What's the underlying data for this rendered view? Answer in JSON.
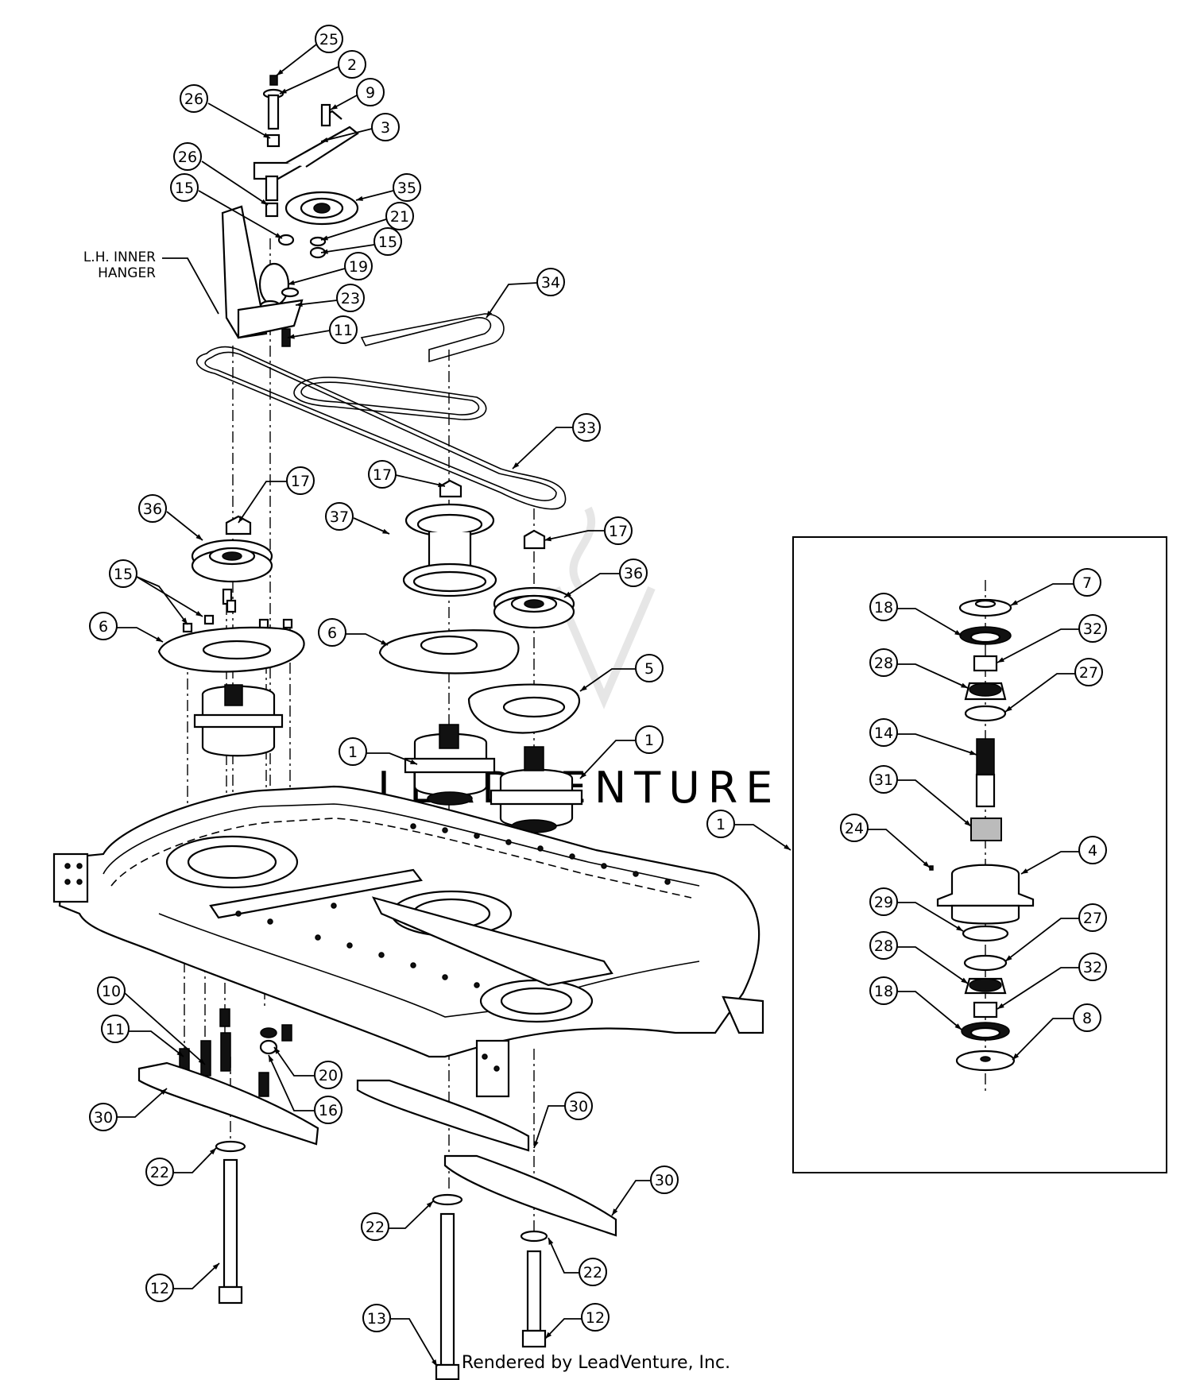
{
  "labels": {
    "hanger_line1": "L.H. INNER",
    "hanger_line2": "HANGER",
    "footer": "Rendered by LeadVenture, Inc.",
    "watermark": "LEADVENTURE"
  },
  "callouts": [
    {
      "id": "c25",
      "text": "25"
    },
    {
      "id": "c2",
      "text": "2"
    },
    {
      "id": "c9",
      "text": "9"
    },
    {
      "id": "c26a",
      "text": "26"
    },
    {
      "id": "c3",
      "text": "3"
    },
    {
      "id": "c26b",
      "text": "26"
    },
    {
      "id": "c35",
      "text": "35"
    },
    {
      "id": "c15a",
      "text": "15"
    },
    {
      "id": "c21",
      "text": "21"
    },
    {
      "id": "c15b",
      "text": "15"
    },
    {
      "id": "c19",
      "text": "19"
    },
    {
      "id": "c23",
      "text": "23"
    },
    {
      "id": "c34",
      "text": "34"
    },
    {
      "id": "c11a",
      "text": "11"
    },
    {
      "id": "c33",
      "text": "33"
    },
    {
      "id": "c17a",
      "text": "17"
    },
    {
      "id": "c17b",
      "text": "17"
    },
    {
      "id": "c36a",
      "text": "36"
    },
    {
      "id": "c37",
      "text": "37"
    },
    {
      "id": "c17c",
      "text": "17"
    },
    {
      "id": "c36b",
      "text": "36"
    },
    {
      "id": "c15c",
      "text": "15"
    },
    {
      "id": "c6a",
      "text": "6"
    },
    {
      "id": "c6b",
      "text": "6"
    },
    {
      "id": "c5",
      "text": "5"
    },
    {
      "id": "c1a",
      "text": "1"
    },
    {
      "id": "c1b",
      "text": "1"
    },
    {
      "id": "c10",
      "text": "10"
    },
    {
      "id": "c11b",
      "text": "11"
    },
    {
      "id": "c20",
      "text": "20"
    },
    {
      "id": "c16",
      "text": "16"
    },
    {
      "id": "c30a",
      "text": "30"
    },
    {
      "id": "c30b",
      "text": "30"
    },
    {
      "id": "c30c",
      "text": "30"
    },
    {
      "id": "c22a",
      "text": "22"
    },
    {
      "id": "c22b",
      "text": "22"
    },
    {
      "id": "c22c",
      "text": "22"
    },
    {
      "id": "c12a",
      "text": "12"
    },
    {
      "id": "c13",
      "text": "13"
    },
    {
      "id": "c12b",
      "text": "12"
    },
    {
      "id": "i7",
      "text": "7"
    },
    {
      "id": "i18a",
      "text": "18"
    },
    {
      "id": "i32a",
      "text": "32"
    },
    {
      "id": "i28a",
      "text": "28"
    },
    {
      "id": "i27a",
      "text": "27"
    },
    {
      "id": "i14",
      "text": "14"
    },
    {
      "id": "i31",
      "text": "31"
    },
    {
      "id": "i1",
      "text": "1"
    },
    {
      "id": "i24",
      "text": "24"
    },
    {
      "id": "i4",
      "text": "4"
    },
    {
      "id": "i29",
      "text": "29"
    },
    {
      "id": "i27b",
      "text": "27"
    },
    {
      "id": "i28b",
      "text": "28"
    },
    {
      "id": "i32b",
      "text": "32"
    },
    {
      "id": "i18b",
      "text": "18"
    },
    {
      "id": "i8",
      "text": "8"
    }
  ]
}
